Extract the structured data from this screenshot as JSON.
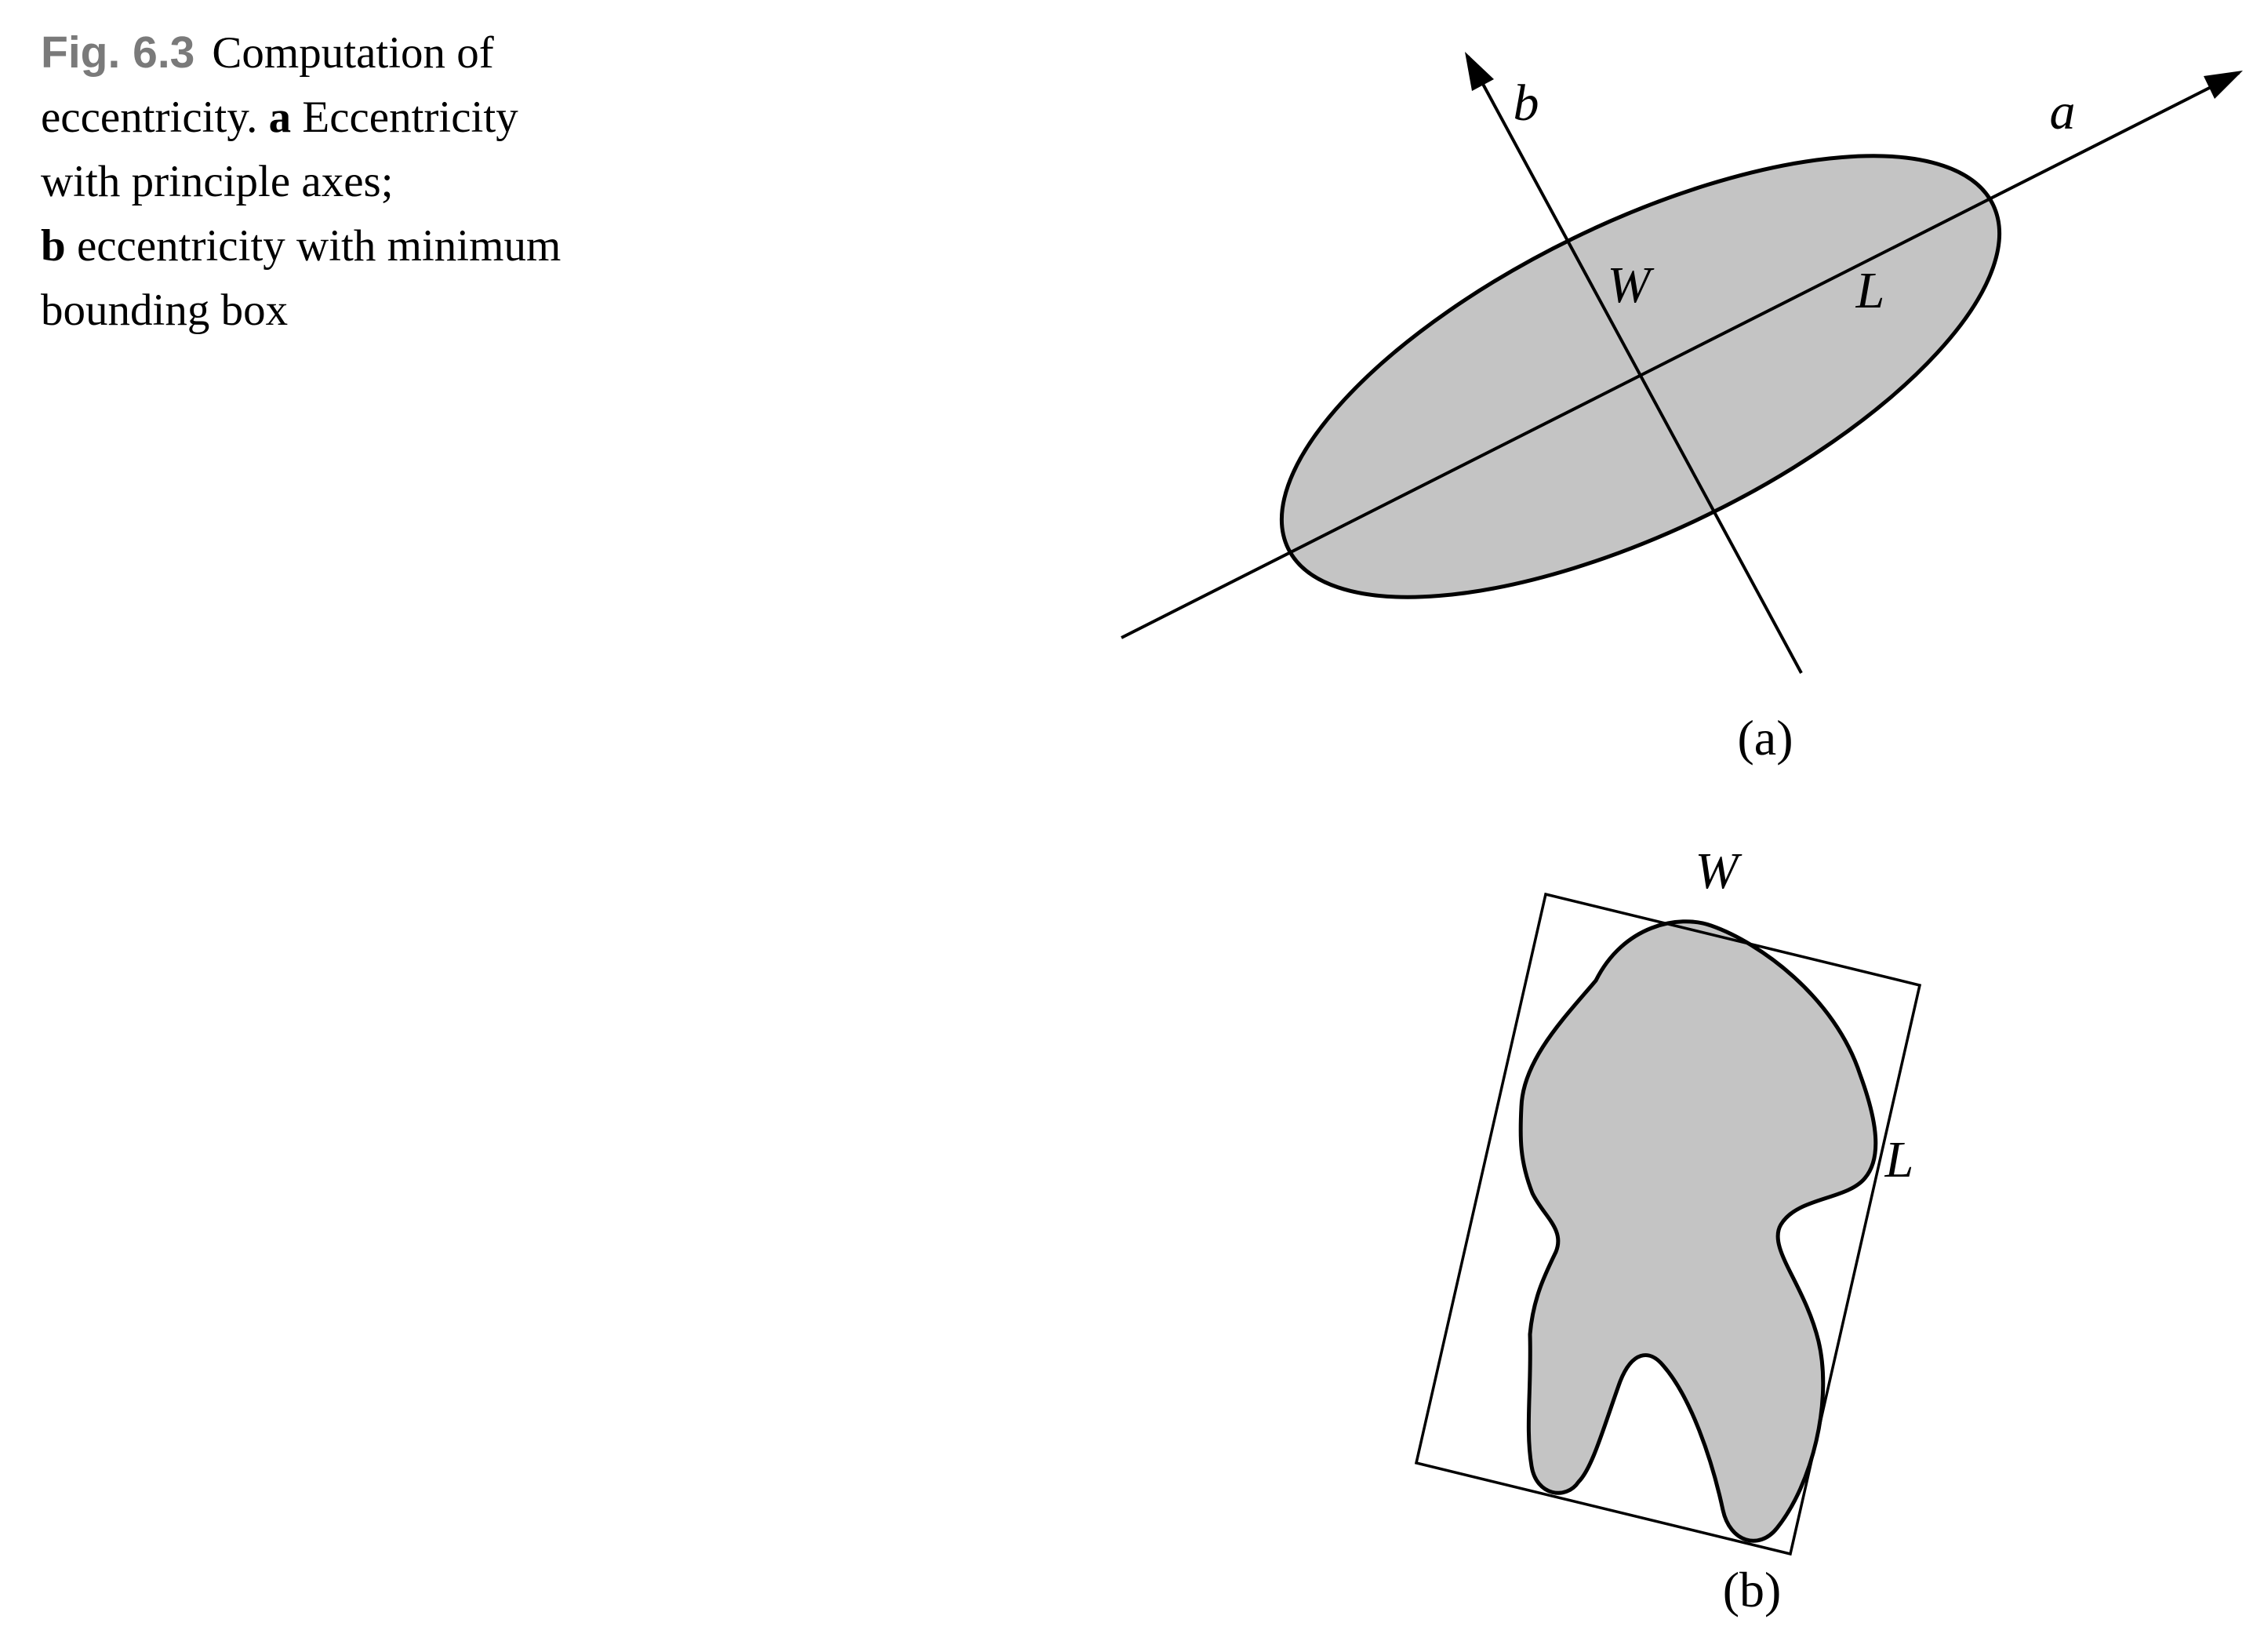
{
  "figure": {
    "caption": {
      "fig_label": "Fig. 6.3",
      "line1_rest": "Computation of",
      "line2_pre": "eccentricity.",
      "line2_bold": "a",
      "line2_rest": "Eccentricity",
      "line3": "with principle axes;",
      "line4_bold": "b",
      "line4_rest": "eccentricity with minimum",
      "line5": "bounding box"
    },
    "panel_a": {
      "axis_a_label": "a",
      "axis_b_label": "b",
      "width_label": "W",
      "length_label": "L",
      "panel_tag": "(a)"
    },
    "panel_b": {
      "width_label": "W",
      "length_label": "L",
      "panel_tag": "(b)"
    },
    "colors": {
      "shape_fill": "#c4c4c4",
      "outline": "#000000",
      "fig_label_gray": "#7a7a7a"
    }
  }
}
